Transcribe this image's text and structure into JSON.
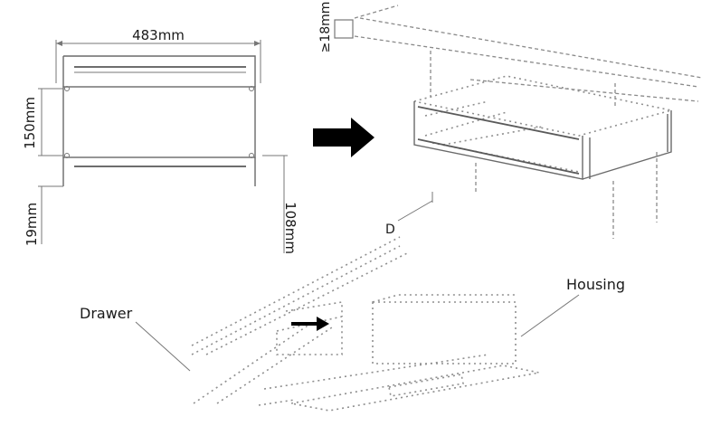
{
  "dimensions": {
    "width_label": "483mm",
    "height_label": "150mm",
    "bottom_offset_label": "19mm",
    "side_offset_label": "108mm",
    "clearance_label": "≥18mm"
  },
  "labels": {
    "detail_marker": "D",
    "housing": "Housing",
    "drawer": "Drawer"
  }
}
